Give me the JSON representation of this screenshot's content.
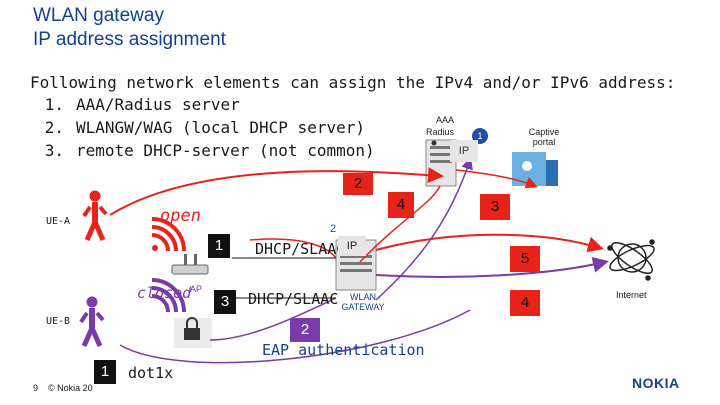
{
  "header": {
    "title_line1": "WLAN gateway",
    "title_line2": "IP address assignment"
  },
  "intro": {
    "text": "Following network elements can assign the IPv4 and/or IPv6 address:",
    "items": [
      {
        "num": "1.",
        "label": "AAA/Radius server"
      },
      {
        "num": "2.",
        "label": "WLANGW/WAG (local DHCP server)"
      },
      {
        "num": "3.",
        "label": "remote DHCP-server (not common)"
      }
    ]
  },
  "diagram": {
    "aaa_label_line1": "AAA",
    "aaa_label_line2": "Radius",
    "aaa_badge": "1",
    "aaa_ip": "IP",
    "captive_portal_line1": "Captive",
    "captive_portal_line2": "portal",
    "badge_top_2": "2",
    "badge_4_top": "4",
    "badge_3_right": "3",
    "ue_a": "UE-A",
    "ue_b": "UE-B",
    "open_label": "open",
    "closed_label": "closed",
    "ap_label": "AP",
    "badge_1_mid": "1",
    "dhcp_slaac_1": "DHCP/SLAAC",
    "gw_badge_2": "2",
    "gw_ip": "IP",
    "badge_3_mid": "3",
    "dhcp_slaac_2": "DHCP/SLAAC",
    "wlan_gw_line1": "WLAN",
    "wlan_gw_line2": "GATEWAY",
    "badge_5": "5",
    "badge_4_right": "4",
    "internet": "Internet",
    "badge_2_bottom": "2",
    "eap_auth": "EAP authentication",
    "badge_1_bottom": "1",
    "dot1x": "dot1x"
  },
  "footer": {
    "page_number": "9",
    "copyright": "© Nokia 20",
    "logo_text": "NOKIA"
  },
  "colors": {
    "nokia_blue": "#124191",
    "red": "#e8231a",
    "purple": "#7a3aa8",
    "dark": "#1a1a1a"
  }
}
